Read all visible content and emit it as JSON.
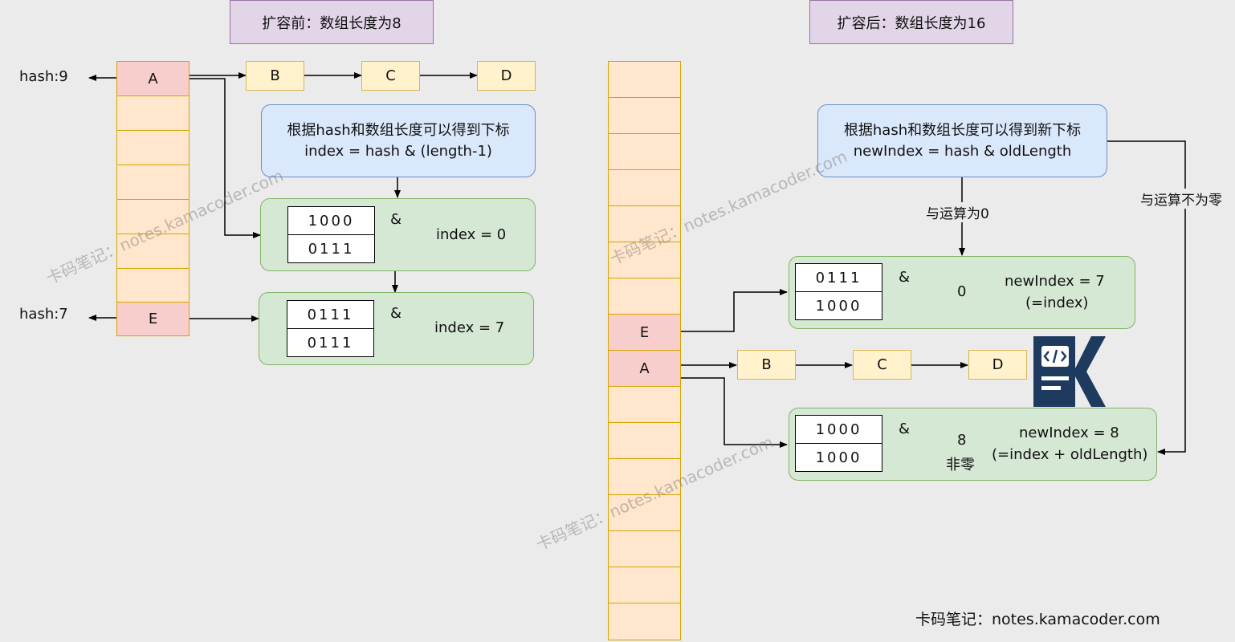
{
  "left": {
    "title": "扩容前：数组长度为8",
    "hash_a": "hash:9",
    "hash_e": "hash:7",
    "cell_a": "A",
    "cell_e": "E",
    "chain": [
      "B",
      "C",
      "D"
    ],
    "formula_line1": "根据hash和数组长度可以得到下标",
    "formula_line2": "index = hash & (length-1)",
    "calc1": {
      "top": "1000",
      "bottom": "0111",
      "op": "&",
      "result": "index = 0"
    },
    "calc2": {
      "top": "0111",
      "bottom": "0111",
      "op": "&",
      "result": "index = 7"
    }
  },
  "right": {
    "title": "扩容后：数组长度为16",
    "cell_e": "E",
    "cell_a": "A",
    "chain": [
      "B",
      "C",
      "D"
    ],
    "formula_line1": "根据hash和数组长度可以得到新下标",
    "formula_line2": "newIndex = hash & oldLength",
    "label_zero": "与运算为0",
    "label_nonzero": "与运算不为零",
    "calc1": {
      "top": "0111",
      "bottom": "1000",
      "op": "&",
      "value": "0",
      "result_line1": "newIndex = 7",
      "result_line2": "(=index)"
    },
    "calc2": {
      "top": "1000",
      "bottom": "1000",
      "op": "&",
      "value": "8",
      "value_note": "非零",
      "result_line1": "newIndex = 8",
      "result_line2": "(=index + oldLength)"
    }
  },
  "watermark": "卡码笔记：notes.kamacoder.com",
  "footer": "卡码笔记：notes.kamacoder.com",
  "colors": {
    "title_bg": "#e1d5e7",
    "cell_bg": "#ffe6cc",
    "cell_highlight": "#f8cecc",
    "node_bg": "#fff2cc",
    "formula_bg": "#dae8fc",
    "calc_bg": "#d5e8d4",
    "logo": "#1f3a5f"
  },
  "logo_icon": "kamacoder-logo-icon"
}
